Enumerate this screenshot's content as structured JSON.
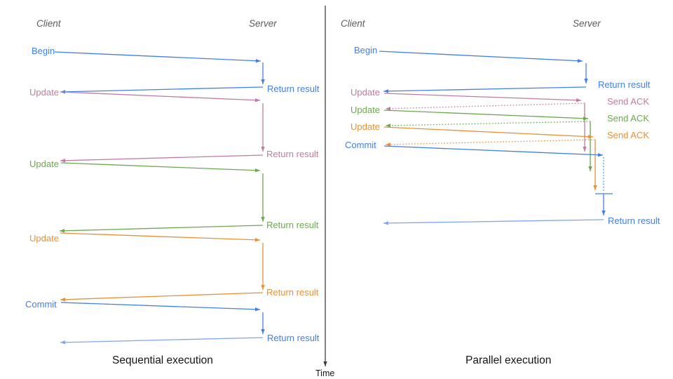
{
  "colors": {
    "blue": "#4280e4",
    "lightblue": "#7fa6ee",
    "pink": "#c27ba0",
    "green": "#6aa84f",
    "orange": "#e69138",
    "axis": "#3c3c3c",
    "header": "#5b5b5b",
    "caption": "#141414"
  },
  "diagram": {
    "time_axis_label": "Time",
    "left_panel": {
      "client_header": "Client",
      "server_header": "Server",
      "caption": "Sequential execution",
      "operations": [
        {
          "request": "Begin",
          "color": "blue",
          "response": "Return result"
        },
        {
          "request": "Update",
          "color": "pink",
          "response": "Return result"
        },
        {
          "request": "Update",
          "color": "green",
          "response": "Return result"
        },
        {
          "request": "Update",
          "color": "orange",
          "response": "Return result"
        },
        {
          "request": "Commit",
          "color": "blue",
          "response": "Return result"
        }
      ]
    },
    "right_panel": {
      "client_header": "Client",
      "server_header": "Server",
      "caption": "Parallel execution",
      "operations": [
        {
          "request": "Begin",
          "color": "blue",
          "response": "Return result"
        },
        {
          "request": "Update",
          "color": "pink",
          "response": "Send ACK"
        },
        {
          "request": "Update",
          "color": "green",
          "response": "Send ACK"
        },
        {
          "request": "Update",
          "color": "orange",
          "response": "Send ACK"
        },
        {
          "request": "Commit",
          "color": "blue",
          "response": "Return result"
        }
      ]
    }
  },
  "arrows": [
    {
      "name": "seq-begin-request",
      "color": "blue",
      "pts": [
        [
          78,
          74
        ],
        [
          372,
          87
        ]
      ],
      "head": true
    },
    {
      "name": "seq-begin-processing",
      "color": "blue",
      "pts": [
        [
          375,
          89
        ],
        [
          375,
          120
        ]
      ],
      "head": true
    },
    {
      "name": "seq-begin-response",
      "color": "blue",
      "pts": [
        [
          375,
          124
        ],
        [
          86,
          131
        ]
      ],
      "head": true
    },
    {
      "name": "seq-update1-request",
      "color": "pink",
      "pts": [
        [
          87,
          131
        ],
        [
          371,
          143
        ]
      ],
      "head": true
    },
    {
      "name": "seq-update1-processing",
      "color": "pink",
      "pts": [
        [
          375,
          147
        ],
        [
          375,
          216
        ]
      ],
      "head": true
    },
    {
      "name": "seq-update1-response",
      "color": "pink",
      "pts": [
        [
          375,
          221
        ],
        [
          86,
          229
        ]
      ],
      "head": true
    },
    {
      "name": "seq-update2-request",
      "color": "green",
      "pts": [
        [
          87,
          232
        ],
        [
          371,
          243
        ]
      ],
      "head": true
    },
    {
      "name": "seq-update2-processing",
      "color": "green",
      "pts": [
        [
          375,
          247
        ],
        [
          375,
          316
        ]
      ],
      "head": true
    },
    {
      "name": "seq-update2-response",
      "color": "green",
      "pts": [
        [
          375,
          321
        ],
        [
          85,
          329
        ]
      ],
      "head": true
    },
    {
      "name": "seq-update3-request",
      "color": "orange",
      "pts": [
        [
          86,
          332
        ],
        [
          371,
          342
        ]
      ],
      "head": true
    },
    {
      "name": "seq-update3-processing",
      "color": "orange",
      "pts": [
        [
          375,
          346
        ],
        [
          375,
          413
        ]
      ],
      "head": true
    },
    {
      "name": "seq-update3-response",
      "color": "orange",
      "pts": [
        [
          375,
          417
        ],
        [
          86,
          427
        ]
      ],
      "head": true
    },
    {
      "name": "seq-commit-request",
      "color": "blue",
      "pts": [
        [
          87,
          431
        ],
        [
          371,
          441
        ]
      ],
      "head": true
    },
    {
      "name": "seq-commit-processing",
      "color": "blue",
      "pts": [
        [
          375,
          445
        ],
        [
          375,
          476
        ]
      ],
      "head": true
    },
    {
      "name": "seq-commit-response",
      "color": "lightblue",
      "pts": [
        [
          375,
          481
        ],
        [
          86,
          488
        ]
      ],
      "head": true
    },
    {
      "name": "par-begin-request",
      "color": "blue",
      "pts": [
        [
          541,
          73
        ],
        [
          831,
          87
        ]
      ],
      "head": true
    },
    {
      "name": "par-begin-processing",
      "color": "blue",
      "pts": [
        [
          836,
          90
        ],
        [
          836,
          119
        ]
      ],
      "head": true
    },
    {
      "name": "par-begin-response",
      "color": "blue",
      "pts": [
        [
          836,
          124
        ],
        [
          547,
          130
        ]
      ],
      "head": true
    },
    {
      "name": "par-update1-request",
      "color": "pink",
      "pts": [
        [
          548,
          133
        ],
        [
          829,
          143
        ]
      ],
      "head": true
    },
    {
      "name": "par-update1-processing",
      "color": "pink",
      "pts": [
        [
          834,
          147
        ],
        [
          834,
          216
        ]
      ],
      "head": true
    },
    {
      "name": "par-update1-ack",
      "color": "pink",
      "pts": [
        [
          834,
          147
        ],
        [
          550,
          155
        ]
      ],
      "head": true,
      "dashed": true
    },
    {
      "name": "par-update2-request",
      "color": "green",
      "pts": [
        [
          548,
          157
        ],
        [
          839,
          169
        ]
      ],
      "head": true
    },
    {
      "name": "par-update2-processing",
      "color": "green",
      "pts": [
        [
          842,
          173
        ],
        [
          842,
          244
        ]
      ],
      "head": true
    },
    {
      "name": "par-update2-ack",
      "color": "green",
      "pts": [
        [
          842,
          173
        ],
        [
          550,
          179
        ]
      ],
      "head": true,
      "dashed": true
    },
    {
      "name": "par-update3-request",
      "color": "orange",
      "pts": [
        [
          548,
          181
        ],
        [
          846,
          195
        ]
      ],
      "head": true
    },
    {
      "name": "par-update3-processing",
      "color": "orange",
      "pts": [
        [
          849,
          199
        ],
        [
          849,
          271
        ]
      ],
      "head": true
    },
    {
      "name": "par-update3-ack",
      "color": "orange",
      "pts": [
        [
          849,
          199
        ],
        [
          550,
          206
        ]
      ],
      "head": true,
      "dashed": true
    },
    {
      "name": "par-commit-request",
      "color": "blue",
      "pts": [
        [
          548,
          208
        ],
        [
          860,
          221
        ]
      ],
      "head": true
    },
    {
      "name": "par-commit-wait",
      "color": "blue",
      "pts": [
        [
          861,
          224
        ],
        [
          861,
          273
        ]
      ],
      "head": false,
      "dashed": true
    },
    {
      "name": "par-sync-bar",
      "color": "blue",
      "pts": [
        [
          849,
          276
        ],
        [
          874,
          276
        ]
      ],
      "head": false
    },
    {
      "name": "par-final-processing",
      "color": "blue",
      "pts": [
        [
          861,
          276
        ],
        [
          861,
          307
        ]
      ],
      "head": true
    },
    {
      "name": "par-final-response",
      "color": "lightblue",
      "pts": [
        [
          861,
          313
        ],
        [
          547,
          318
        ]
      ],
      "head": true
    },
    {
      "name": "time-axis-line",
      "color": "axis",
      "pts": [
        [
          464,
          8
        ],
        [
          464,
          522
        ]
      ],
      "head": true
    }
  ]
}
